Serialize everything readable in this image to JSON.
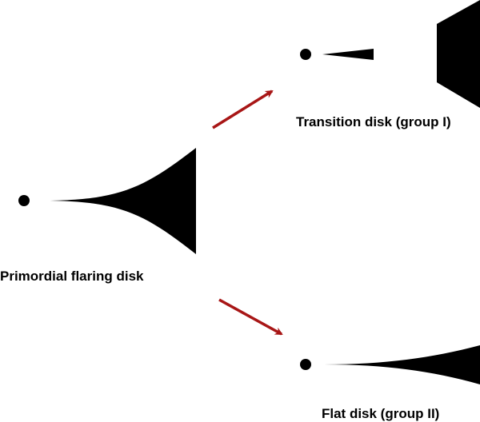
{
  "labels": {
    "primordial": "Primordial flaring disk",
    "transition": "Transition disk (group I)",
    "flat": "Flat disk (group II)"
  },
  "colors": {
    "disk": "#000000",
    "arrow": "#a81616",
    "background": "#ffffff"
  }
}
